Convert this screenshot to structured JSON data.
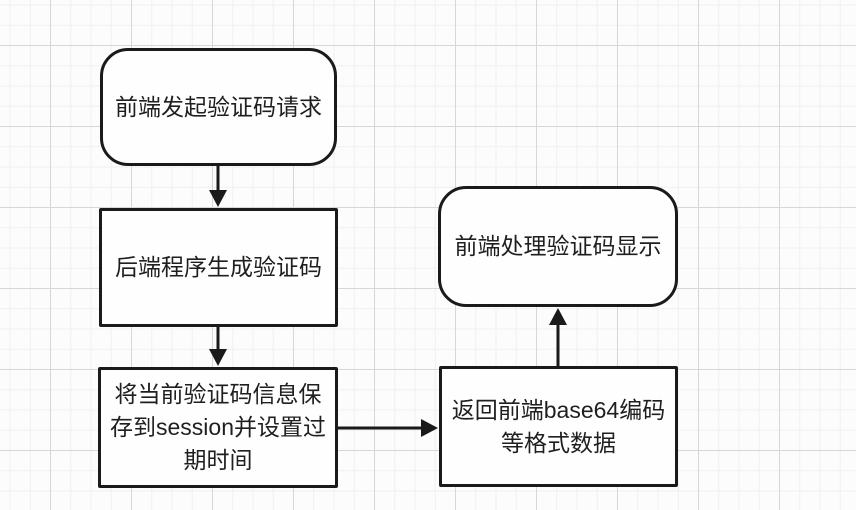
{
  "diagram": {
    "kind": "flowchart",
    "language": "zh-CN",
    "colors": {
      "node_stroke": "#1a1a1a",
      "node_fill": "#fefefe",
      "text": "#1f1f1f",
      "arrow": "#1a1a1a",
      "grid_major": "#d7d7d7",
      "grid_minor": "#f0f0f0",
      "background": "#fcfcfc"
    },
    "nodes": [
      {
        "id": "n1",
        "shape": "rounded",
        "label": "前端发起验证码请求",
        "lines": [
          "前端发起验证码请求"
        ]
      },
      {
        "id": "n2",
        "shape": "rect",
        "label": "后端程序生成验证码",
        "lines": [
          "后端程序生成验证码"
        ]
      },
      {
        "id": "n3",
        "shape": "rect",
        "label": "将当前验证码信息保存到session并设置过期时间",
        "lines": [
          "将当前验证码信息保",
          "存到session并设置过",
          "期时间"
        ]
      },
      {
        "id": "n4",
        "shape": "rect",
        "label": "返回前端base64编码等格式数据",
        "lines": [
          "返回前端base64编码",
          "等格式数据"
        ]
      },
      {
        "id": "n5",
        "shape": "rounded",
        "label": "前端处理验证码显示",
        "lines": [
          "前端处理验证码显示"
        ]
      }
    ],
    "edges": [
      {
        "from": "n1",
        "to": "n2",
        "direction": "down"
      },
      {
        "from": "n2",
        "to": "n3",
        "direction": "down"
      },
      {
        "from": "n3",
        "to": "n4",
        "direction": "right"
      },
      {
        "from": "n4",
        "to": "n5",
        "direction": "up"
      }
    ]
  }
}
